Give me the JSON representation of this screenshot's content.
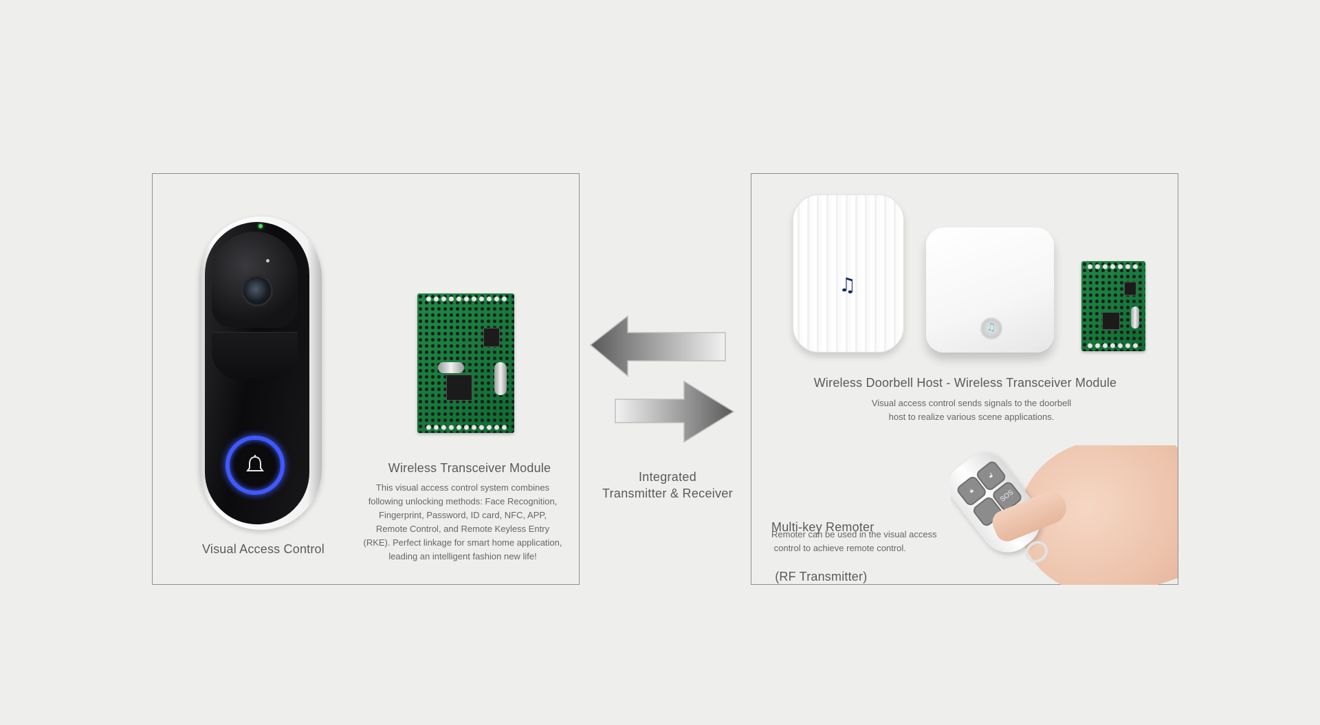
{
  "left_panel": {
    "visual_label": "Visual Access Control",
    "module_label": "Wireless Transceiver Module",
    "module_text_lines": [
      "This visual access control system combines",
      "following unlocking methods: Face Recognition,",
      "Fingerprint, Password, ID card, NFC, APP,",
      "Remote Control, and Remote Keyless Entry",
      "(RKE). Perfect linkage for smart home application,",
      "leading an intelligent fashion new life!"
    ]
  },
  "middle": {
    "label_lines": [
      "Integrated",
      "Transmitter & Receiver"
    ]
  },
  "right_panel": {
    "host_label": "Wireless Doorbell Host - Wireless Transceiver Module",
    "host_text_lines": [
      "Visual access control sends signals to the doorbell",
      "host to realize various scene applications."
    ],
    "remoter_label_lines": [
      "Multi-key Remoter",
      " (RF Transmitter)"
    ],
    "remoter_text_lines": [
      "Remoter can be used in the visual access",
      " control to achieve remote control."
    ],
    "remote_keys": [
      "",
      "",
      "SOS",
      ""
    ]
  },
  "colors": {
    "background": "#eeeeec",
    "border": "#8e8e8e",
    "ring": "#3f59ff",
    "pcb": "#1f8a46",
    "led": "#4cd964"
  },
  "icons": [
    "bell-icon",
    "music-note-icon",
    "left-arrow-icon",
    "right-arrow-icon",
    "lock-icon"
  ]
}
